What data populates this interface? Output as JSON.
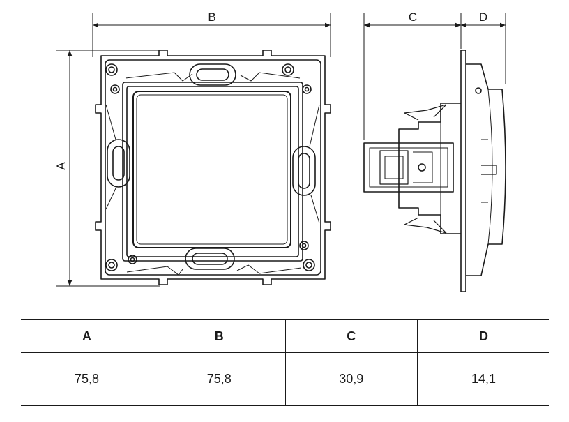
{
  "dimension_labels": {
    "a": "A",
    "b": "B",
    "c": "C",
    "d": "D"
  },
  "table": {
    "headers": [
      "A",
      "B",
      "C",
      "D"
    ],
    "values": [
      "75,8",
      "75,8",
      "30,9",
      "14,1"
    ]
  }
}
